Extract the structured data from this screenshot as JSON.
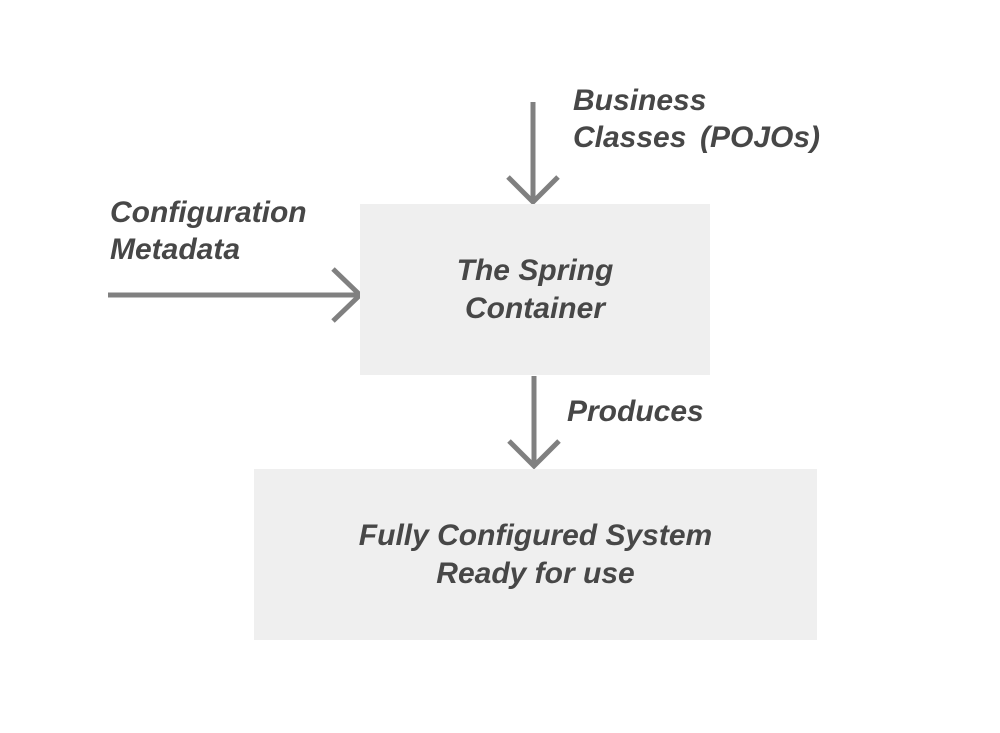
{
  "labels": {
    "business_classes": {
      "line1": "Business",
      "line2": "Classes"
    },
    "pojos": "(POJOs)",
    "configuration_metadata": {
      "line1": "Configuration",
      "line2": "Metadata"
    },
    "produces": "Produces"
  },
  "boxes": {
    "spring_container": {
      "line1": "The Spring",
      "line2": "Container"
    },
    "fully_configured_system": {
      "line1": "Fully Configured System",
      "line2": "Ready for use"
    }
  },
  "colors": {
    "background": "#ffffff",
    "box_fill": "#efefef",
    "text": "#474747",
    "arrow": "#808080"
  }
}
